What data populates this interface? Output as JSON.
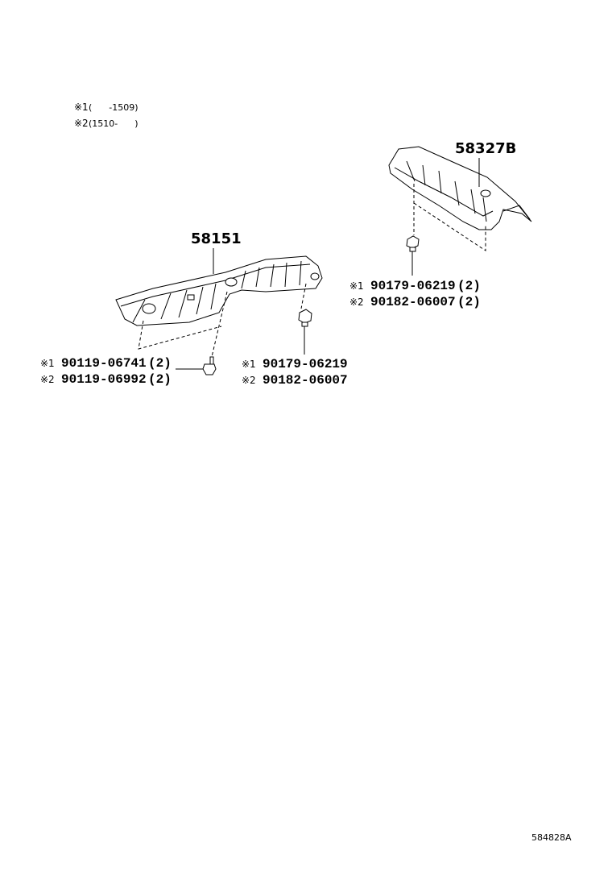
{
  "legend": [
    {
      "mark": "※1",
      "range": "(      -1509)"
    },
    {
      "mark": "※2",
      "range": "(1510-      )"
    }
  ],
  "parts": {
    "main_cover": "58151",
    "rear_cover": "58327B"
  },
  "callouts": {
    "left_bolt": [
      {
        "mark": "※1",
        "number": "90119-06741",
        "qty": "(2)"
      },
      {
        "mark": "※2",
        "number": "90119-06992",
        "qty": "(2)"
      }
    ],
    "middle_nut": [
      {
        "mark": "※1",
        "number": "90179-06219",
        "qty": ""
      },
      {
        "mark": "※2",
        "number": "90182-06007",
        "qty": ""
      }
    ],
    "right_nut": [
      {
        "mark": "※1",
        "number": "90179-06219",
        "qty": "(2)"
      },
      {
        "mark": "※2",
        "number": "90182-06007",
        "qty": "(2)"
      }
    ]
  },
  "diagram_code": "584828A"
}
